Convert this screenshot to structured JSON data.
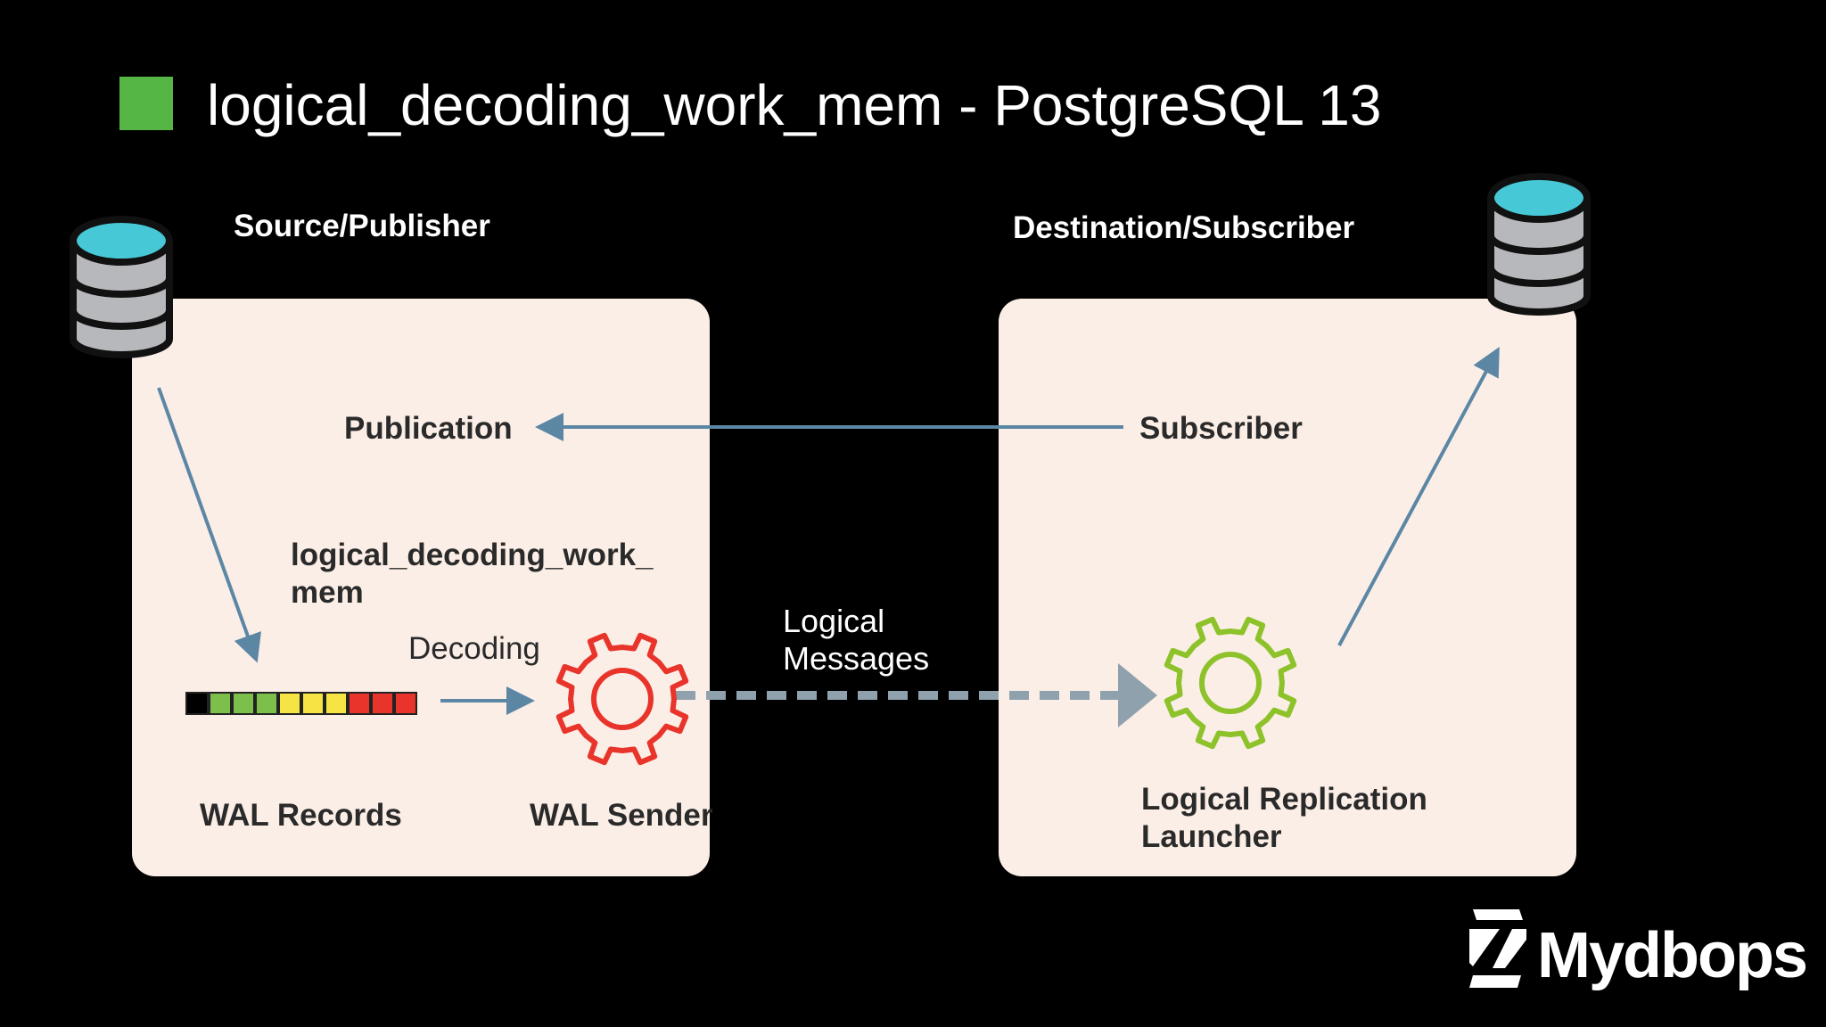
{
  "header": {
    "title": "logical_decoding_work_mem - PostgreSQL 13",
    "accent_color": "#55b646"
  },
  "source": {
    "heading": "Source/Publisher",
    "publication_label": "Publication",
    "param_label_line1": "logical_decoding_work_",
    "param_label_line2": "mem",
    "decoding_label": "Decoding",
    "wal_records_label": "WAL Records",
    "wal_sender_label": "WAL Sender",
    "wal_sender_gear_color": "#e8342a",
    "wal_bar_colors": [
      "#000000",
      "#7cc04b",
      "#7cc04b",
      "#7cc04b",
      "#f5e443",
      "#f5e443",
      "#f5e443",
      "#e8342a",
      "#e8342a",
      "#e8342a"
    ]
  },
  "destination": {
    "heading": "Destination/Subscriber",
    "subscriber_label": "Subscriber",
    "launcher_label_line1": "Logical Replication",
    "launcher_label_line2": "Launcher",
    "launcher_gear_color": "#8dc22a"
  },
  "connector": {
    "logical_messages_line1": "Logical",
    "logical_messages_line2": "Messages"
  },
  "brand": {
    "logo_text": "Mydbops"
  },
  "colors": {
    "background": "#000000",
    "panel": "#fbeee6",
    "arrow": "#5b87a5",
    "dashed_arrow": "#8fa1ad",
    "db_top": "#47c8d6",
    "db_body": "#b7b8bc"
  }
}
